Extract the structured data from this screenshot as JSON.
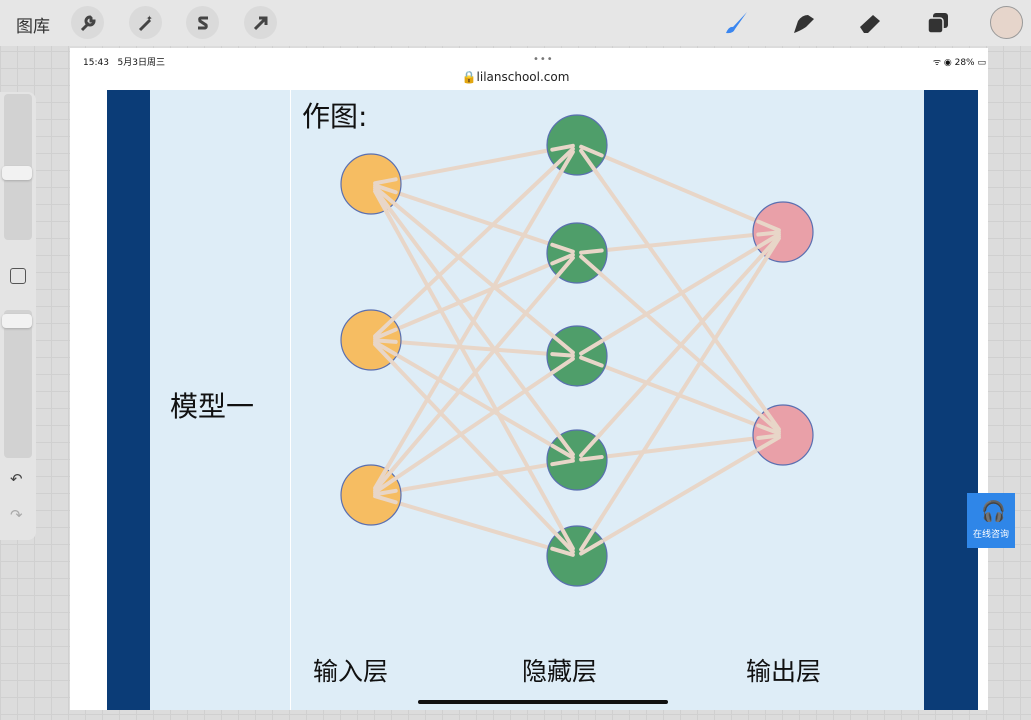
{
  "toolbar": {
    "gallery": "图库",
    "tools": [
      "wrench-icon",
      "magic-wand-icon",
      "selection-icon",
      "transform-arrow-icon"
    ],
    "right_tools": [
      "brush-icon",
      "smudge-icon",
      "eraser-icon",
      "layers-icon"
    ],
    "accent": "#3a86f0",
    "current_color": "#e6d5cb"
  },
  "status": {
    "time": "15:43",
    "date": "5月3日周三",
    "battery": "28%"
  },
  "browser": {
    "url": "lilanschool.com"
  },
  "slide": {
    "heading": "作图:",
    "model": "模型一",
    "layers": [
      "输入层",
      "隐藏层",
      "输出层"
    ]
  },
  "chat": {
    "label": "在线咨询"
  },
  "colors": {
    "input": "#f6bd62",
    "hidden": "#4f9e6a",
    "output": "#e9a0a8",
    "line": "#e8d6c8",
    "frame": "#0b3c77",
    "panel": "#deedf7"
  }
}
